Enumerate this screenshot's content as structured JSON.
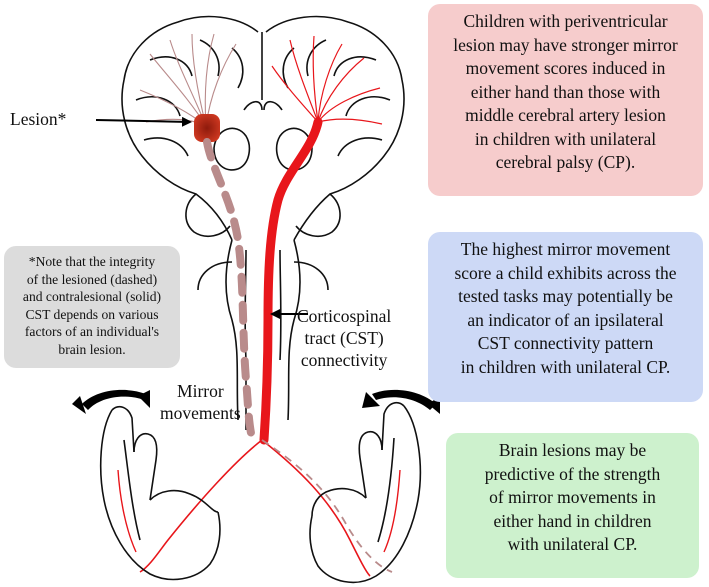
{
  "labels": {
    "lesion": "Lesion*",
    "cst": [
      "Corticospinal",
      "tract (CST)",
      "connectivity"
    ],
    "mirror": [
      "Mirror",
      "movements"
    ]
  },
  "notes": {
    "red": [
      "Children with periventricular",
      "lesion may have stronger mirror",
      "movement scores induced in",
      "either hand than those with",
      "middle cerebral artery lesion",
      "in children with unilateral",
      "cerebral palsy (CP)."
    ],
    "blue": [
      "The highest mirror movement",
      "score a child exhibits across the",
      "tested tasks may potentially be",
      "an indicator of an ipsilateral",
      "CST connectivity pattern",
      "in children with unilateral CP."
    ],
    "green": [
      "Brain lesions may be",
      "predictive of the strength",
      "of mirror movements in",
      "either hand in children",
      "with unilateral CP."
    ],
    "gray": [
      "*Note that the integrity",
      "of the lesioned (dashed)",
      "and contralesional (solid)",
      "CST depends on various",
      "factors of an individual's",
      "brain lesion."
    ]
  },
  "colors": {
    "tract": "#e8161b",
    "lesioned_tract": "#b98b8b",
    "lesion": "#c0321d",
    "box_red": "#f6cccc",
    "box_blue": "#cdd9f6",
    "box_green": "#cdf1cd",
    "box_gray": "#dcdcdc"
  }
}
